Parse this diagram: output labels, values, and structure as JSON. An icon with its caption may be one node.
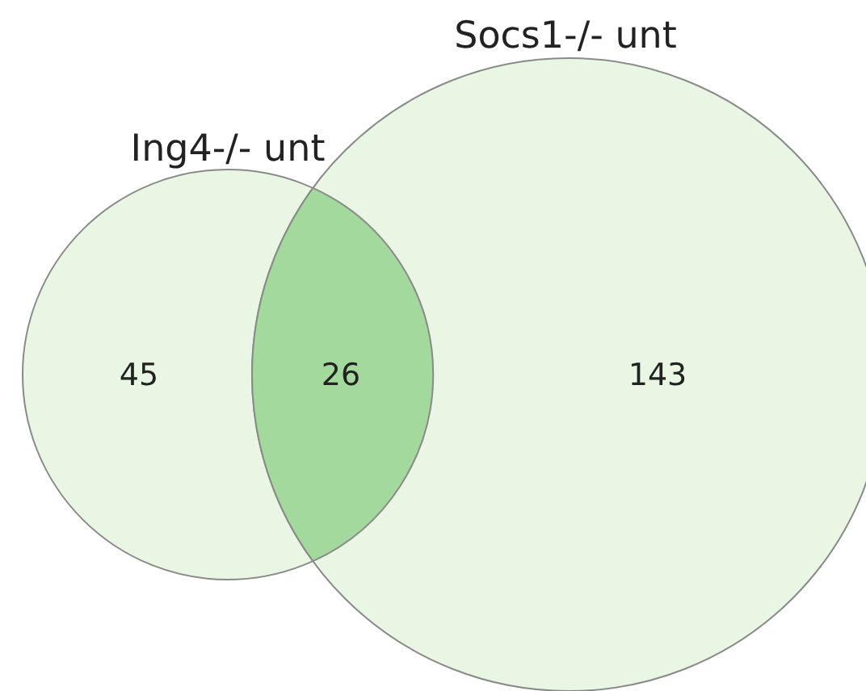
{
  "diagram": {
    "nodes": [
      {
        "text": [
          "Ing4-/- unt",
          "45"
        ]
      },
      {
        "text": [
          "Socs1-/- unt",
          "143"
        ]
      },
      {
        "text": [
          "26"
        ]
      }
    ]
  }
}
